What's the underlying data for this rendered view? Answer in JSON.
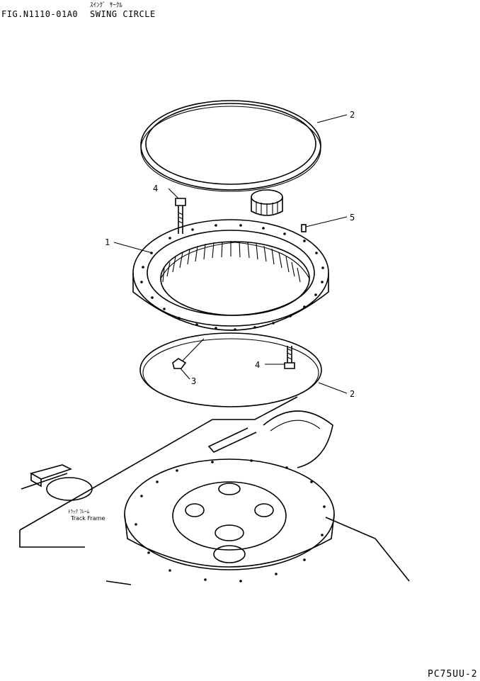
{
  "header": {
    "fig_id": "FIG.N1110-01A0",
    "title_jp": "ｽｲﾝｸﾞ ｻｰｸﾙ",
    "title_en": "SWING CIRCLE"
  },
  "callouts": [
    {
      "number": "1",
      "part": "swing circle"
    },
    {
      "number": "2",
      "part": "seal (upper)"
    },
    {
      "number": "2",
      "part": "seal (lower)"
    },
    {
      "number": "3",
      "part": "grease fitting"
    },
    {
      "number": "4",
      "part": "bolt (upper)"
    },
    {
      "number": "4",
      "part": "bolt (lower)"
    },
    {
      "number": "5",
      "part": "pin"
    }
  ],
  "frame_label": {
    "jp": "ﾄﾗｯｸ ﾌﾚｰﾑ",
    "en": "Track Frame"
  },
  "footer": {
    "model_code": "PC75UU-2"
  }
}
